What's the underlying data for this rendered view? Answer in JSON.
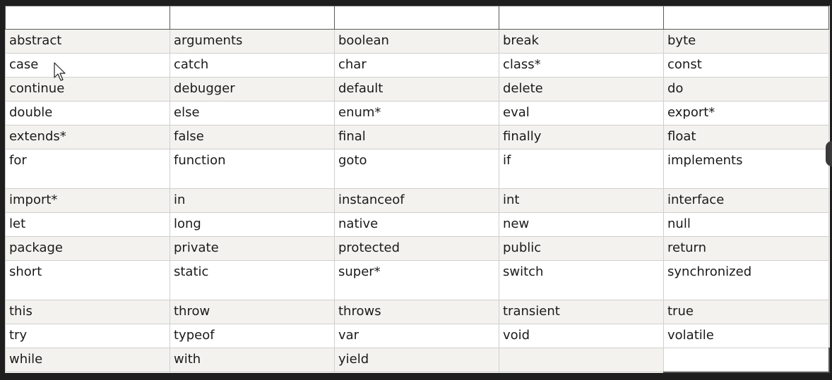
{
  "columns": 5,
  "rows": [
    [
      "abstract",
      "arguments",
      "boolean",
      "break",
      "byte"
    ],
    [
      "case",
      "catch",
      "char",
      "class*",
      "const"
    ],
    [
      "continue",
      "debugger",
      "default",
      "delete",
      "do"
    ],
    [
      "double",
      "else",
      "enum*",
      "eval",
      "export*"
    ],
    [
      "extends*",
      "false",
      "final",
      "finally",
      "float"
    ],
    [
      "for",
      "function",
      "goto",
      "if",
      "implements"
    ],
    [
      "import*",
      "in",
      "instanceof",
      "int",
      "interface"
    ],
    [
      "let",
      "long",
      "native",
      "new",
      "null"
    ],
    [
      "package",
      "private",
      "protected",
      "public",
      "return"
    ],
    [
      "short",
      "static",
      "super*",
      "switch",
      "synchronized"
    ],
    [
      "this",
      "throw",
      "throws",
      "transient",
      "true"
    ],
    [
      "try",
      "typeof",
      "var",
      "void",
      "volatile"
    ],
    [
      "while",
      "with",
      "yield",
      "",
      ""
    ]
  ]
}
